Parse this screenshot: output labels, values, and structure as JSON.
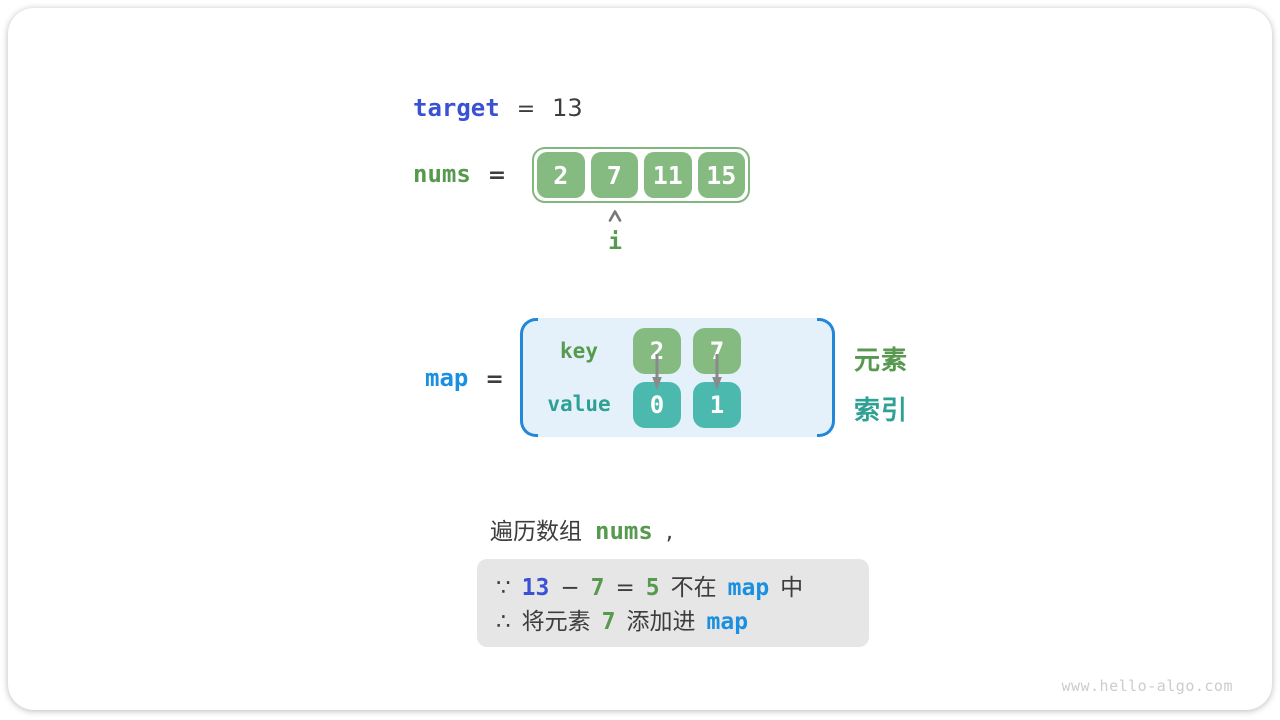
{
  "colors": {
    "royal_blue": "#3b51d4",
    "azure_blue": "#1b8fe0",
    "green_text": "#57994f",
    "green_fill": "#85ba80",
    "teal_text": "#2fa094",
    "teal_fill": "#4cb9af",
    "dark_text": "#3d3d3d",
    "map_panel_bg": "#e4f1fa",
    "note_bg": "#e6e6e6",
    "arrow_gray": "#8a8a8a"
  },
  "target_row": {
    "label": "target",
    "eq": "=",
    "value": "13"
  },
  "nums_row": {
    "label": "nums",
    "eq": "=",
    "cells": [
      "2",
      "7",
      "11",
      "15"
    ],
    "pointer_label": "i",
    "pointer_index": 1
  },
  "map_row": {
    "label": "map",
    "eq": "=",
    "key_label": "key",
    "value_label": "value",
    "keys": [
      "2",
      "7"
    ],
    "values": [
      "0",
      "1"
    ],
    "element_label": "元素",
    "index_label": "索引"
  },
  "caption": {
    "prefix": "遍历数组",
    "code": "nums",
    "comma": ","
  },
  "note": {
    "line1": [
      {
        "t": "∵"
      },
      {
        "t": "13"
      },
      {
        "t": "−"
      },
      {
        "t": "7"
      },
      {
        "t": "="
      },
      {
        "t": "5"
      },
      {
        "t": "不在"
      },
      {
        "t": "map"
      },
      {
        "t": "中"
      }
    ],
    "line2": [
      {
        "t": "∴"
      },
      {
        "t": "将元素"
      },
      {
        "t": "7"
      },
      {
        "t": "添加进"
      },
      {
        "t": "map"
      }
    ]
  },
  "watermark": {
    "text": "www.hello-algo.com"
  }
}
